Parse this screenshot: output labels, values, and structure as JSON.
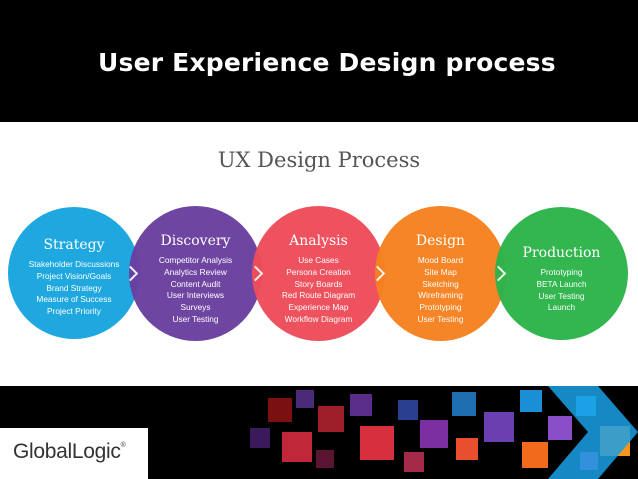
{
  "slide": {
    "title": "User Experience Design process"
  },
  "diagram": {
    "heading": "UX Design Process",
    "stages": [
      {
        "title": "Strategy",
        "color": "#1FA7E0",
        "items": [
          "Stakeholder Discussions",
          "Project Vision/Goals",
          "Brand Strategy",
          "Measure of Success",
          "Project Priority"
        ]
      },
      {
        "title": "Discovery",
        "color": "#6B3FA0",
        "items": [
          "Competitor Analysis",
          "Analytics Review",
          "Content Audit",
          "User Interviews",
          "Surveys",
          "User Testing"
        ]
      },
      {
        "title": "Analysis",
        "color": "#EE4D5A",
        "items": [
          "Use Cases",
          "Persona Creation",
          "Story Boards",
          "Red Route Diagram",
          "Experience Map",
          "Workflow Diagram"
        ]
      },
      {
        "title": "Design",
        "color": "#F58220",
        "items": [
          "Mood Board",
          "Site Map",
          "Sketching",
          "Wireframing",
          "Prototyping",
          "User Testing"
        ]
      },
      {
        "title": "Production",
        "color": "#2DB34A",
        "items": [
          "Prototyping",
          "BETA Launch",
          "User Testing",
          "Launch"
        ]
      }
    ]
  },
  "footer": {
    "logo_text": "GlobalLogic",
    "logo_mark": "®"
  },
  "colors": {
    "background": "#000000",
    "panel": "#FFFFFF",
    "heading": "#555555",
    "title": "#FFFFFF"
  }
}
